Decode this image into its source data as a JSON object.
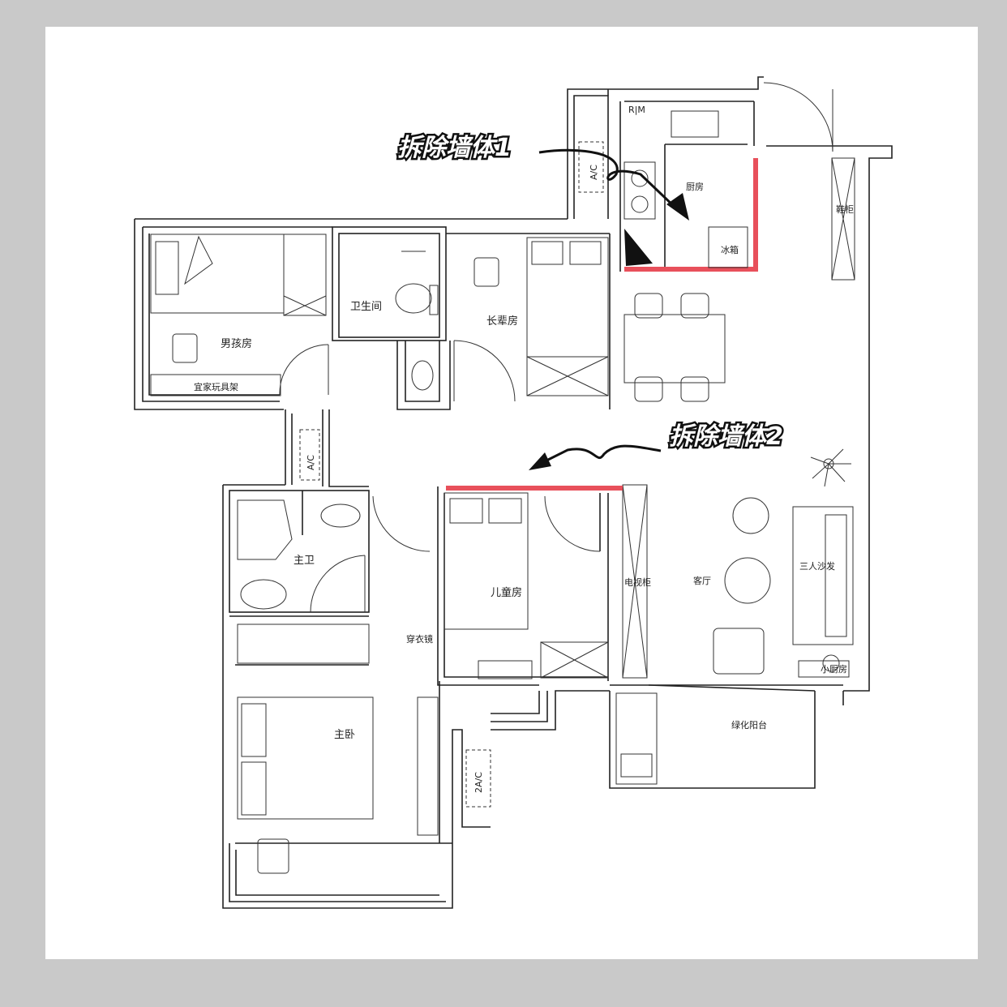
{
  "annotations": {
    "remove_wall_1": "拆除墙体1",
    "remove_wall_2": "拆除墙体2"
  },
  "rooms": {
    "kitchen": "厨房",
    "fridge": "冰箱",
    "shoe_cabinet": "鞋柜",
    "boys_room": "男孩房",
    "toy_shelf": "宜家玩具架",
    "bathroom": "卫生间",
    "elder_room": "长辈房",
    "master_bath": "主卫",
    "kids_room": "儿童房",
    "tv_cabinet": "电视柜",
    "living_room": "客厅",
    "sofa": "三人沙发",
    "mirror": "穿衣镜",
    "master_bedroom": "主卧",
    "balcony": "绿化阳台",
    "small_kitchen": "小厨房"
  },
  "equipment": {
    "ac_top": "A/C",
    "ac_mid": "A/C",
    "ac_bottom": "2A/C",
    "fridge_code": "R|M"
  },
  "colors": {
    "removed_wall": "#e8505b",
    "background": "#c9c9c9",
    "sheet": "#ffffff"
  }
}
